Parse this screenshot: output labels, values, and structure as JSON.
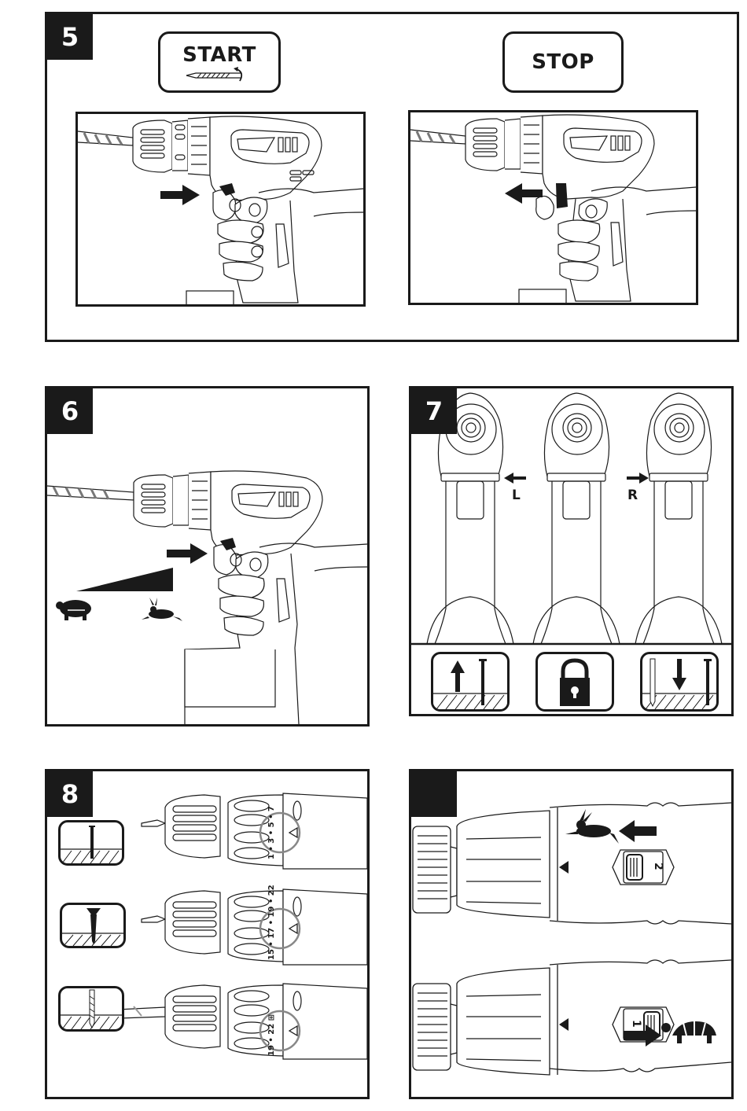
{
  "document": {
    "type": "power drill instruction manual illustration page",
    "colors": {
      "ink": "#1a1a1a",
      "background": "#ffffff",
      "accent_grey": "#8a8a8a"
    }
  },
  "panels": {
    "p5": {
      "number": "5",
      "start_label": "START",
      "stop_label": "STOP",
      "start_icon": "drill-bit-rotate-icon",
      "start_scene": "hand pressing trigger, arrow pointing right (press)",
      "stop_scene": "finger releasing trigger, arrow pointing left (release)"
    },
    "p6": {
      "number": "6",
      "scene": "variable speed trigger",
      "speed_scale": {
        "slow_icon": "turtle-icon",
        "fast_icon": "hare-icon"
      }
    },
    "p7": {
      "number": "7",
      "direction_left_label": "L",
      "direction_right_label": "R",
      "modes": [
        {
          "icon": "screw-out-icon",
          "meaning": "reverse / unscrew"
        },
        {
          "icon": "lock-icon",
          "meaning": "locked"
        },
        {
          "icon": "screw-in-icon",
          "meaning": "forward / drill & screw"
        }
      ]
    },
    "p8": {
      "number": "8",
      "rows": [
        {
          "task_icon": "small-screw-icon",
          "bit": "screwdriver bit",
          "collar_numbers": [
            "1",
            "3",
            "5",
            "7"
          ],
          "selected": "3"
        },
        {
          "task_icon": "large-screw-icon",
          "bit": "screwdriver bit",
          "collar_numbers": [
            "15",
            "17",
            "19",
            "22"
          ],
          "selected": "19"
        },
        {
          "task_icon": "drill-bit-icon",
          "bit": "drill bit",
          "collar_numbers": [
            "19",
            "22",
            "drill"
          ],
          "selected": "drill"
        }
      ]
    },
    "p9": {
      "number": "",
      "gears": [
        {
          "label": "2",
          "speed_icon": "hare-icon",
          "arrow": "left"
        },
        {
          "label": "1",
          "speed_icon": "turtle-icon",
          "arrow": "right"
        }
      ]
    }
  }
}
